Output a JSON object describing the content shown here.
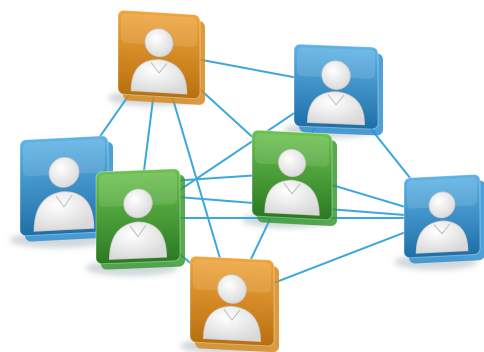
{
  "scene": {
    "background": "#ffffff",
    "link_color": "#3aa7df",
    "tile_colors": {
      "orange": "#d68a1f",
      "blue": "#2f8fcf",
      "green": "#3a9a34"
    },
    "avatar_color": "#f5f5f5",
    "nodes": [
      {
        "id": "top-orange",
        "color": "orange",
        "icon": "person-icon"
      },
      {
        "id": "top-right-blue",
        "color": "blue",
        "icon": "person-icon"
      },
      {
        "id": "left-blue",
        "color": "blue",
        "icon": "person-icon"
      },
      {
        "id": "center-green",
        "color": "green",
        "icon": "person-icon"
      },
      {
        "id": "right-green",
        "color": "green",
        "icon": "person-icon"
      },
      {
        "id": "far-right-blue",
        "color": "blue",
        "icon": "person-icon"
      },
      {
        "id": "bottom-orange",
        "color": "orange",
        "icon": "person-icon"
      }
    ],
    "links": [
      [
        "top-orange",
        "top-right-blue"
      ],
      [
        "top-orange",
        "left-blue"
      ],
      [
        "top-orange",
        "center-green"
      ],
      [
        "top-orange",
        "bottom-orange"
      ],
      [
        "top-orange",
        "right-green"
      ],
      [
        "top-right-blue",
        "center-green"
      ],
      [
        "top-right-blue",
        "right-green"
      ],
      [
        "top-right-blue",
        "far-right-blue"
      ],
      [
        "left-blue",
        "center-green"
      ],
      [
        "left-blue",
        "right-green"
      ],
      [
        "left-blue",
        "far-right-blue"
      ],
      [
        "center-green",
        "bottom-orange"
      ],
      [
        "center-green",
        "far-right-blue"
      ],
      [
        "right-green",
        "far-right-blue"
      ],
      [
        "right-green",
        "bottom-orange"
      ],
      [
        "bottom-orange",
        "far-right-blue"
      ]
    ]
  }
}
